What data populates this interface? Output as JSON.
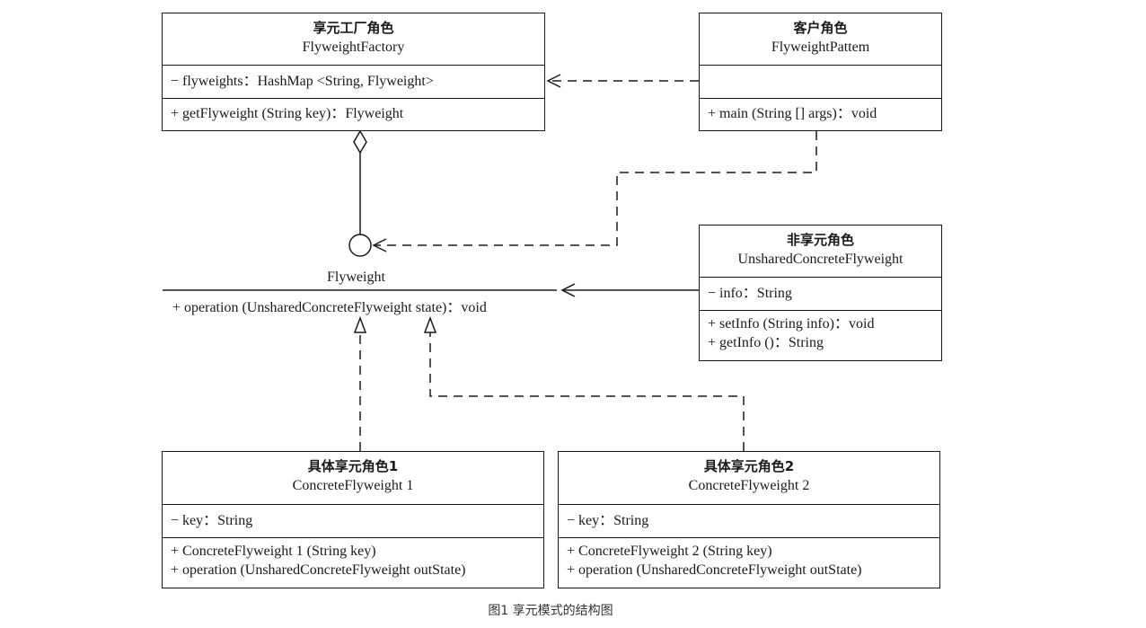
{
  "factory": {
    "cn": "享元工厂角色",
    "en": "FlyweightFactory",
    "attr": "− flyweights：HashMap <String, Flyweight>",
    "method": "+ getFlyweight (String key)：Flyweight"
  },
  "client": {
    "cn": "客户角色",
    "en": "FlyweightPattem",
    "attr": "",
    "method": "+ main (String [] args)：void"
  },
  "unshared": {
    "cn": "非享元角色",
    "en": "UnsharedConcreteFlyweight",
    "attr": "− info：String",
    "method1": "+ setInfo (String info)：void",
    "method2": "+ getInfo ()：String"
  },
  "flyweight": {
    "name": "Flyweight",
    "method": "+ operation (UnsharedConcreteFlyweight state)：void"
  },
  "concrete1": {
    "cn": "具体享元角色1",
    "en": "ConcreteFlyweight  1",
    "attr": "− key：String",
    "method1": "+ ConcreteFlyweight  1 (String key)",
    "method2": "+ operation (UnsharedConcreteFlyweight outState)"
  },
  "concrete2": {
    "cn": "具体享元角色2",
    "en": "ConcreteFlyweight  2",
    "attr": "− key：String",
    "method1": "+ ConcreteFlyweight  2 (String key)",
    "method2": "+ operation (UnsharedConcreteFlyweight outState)"
  },
  "caption": "图1 享元模式的结构图"
}
